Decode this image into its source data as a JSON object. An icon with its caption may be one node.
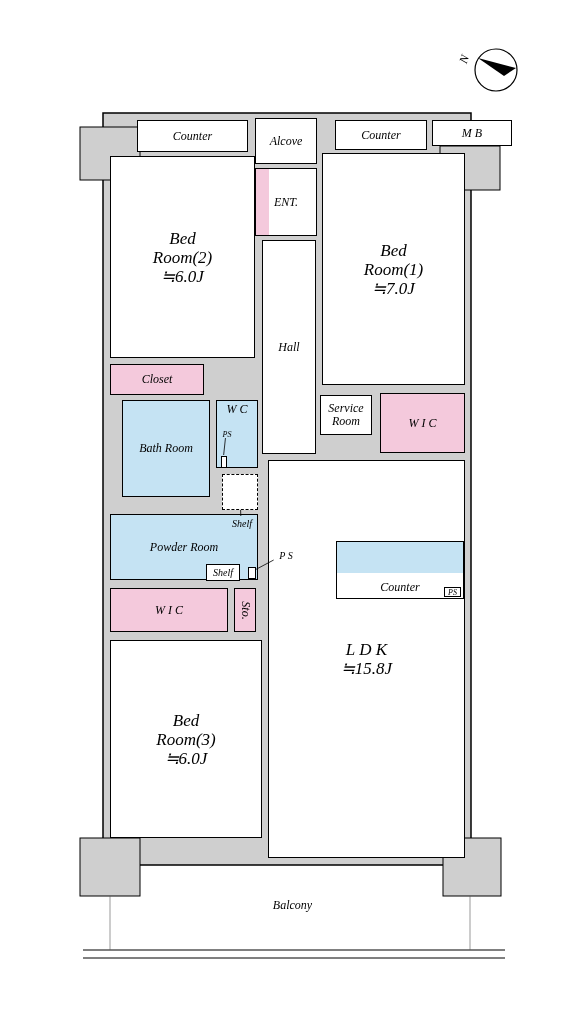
{
  "diagram": {
    "nodes": [
      {
        "text": [
          "Counter"
        ]
      },
      {
        "text": [
          "Alcove"
        ]
      },
      {
        "text": [
          "Counter"
        ]
      },
      {
        "text": [
          "M B"
        ]
      },
      {
        "text": [
          "ENT."
        ]
      },
      {
        "text": [
          "Bed Room(2)",
          "≒6.0J"
        ]
      },
      {
        "text": [
          "Bed Room(1)",
          "≒7.0J"
        ]
      },
      {
        "text": [
          "Hall"
        ]
      },
      {
        "text": [
          "Closet"
        ]
      },
      {
        "text": [
          "W C"
        ]
      },
      {
        "text": [
          "PS"
        ],
        "in": 9
      },
      {
        "text": [],
        "shape": "box",
        "in": 9
      },
      {
        "text": [
          "Service Room"
        ]
      },
      {
        "text": [
          "W I C"
        ]
      },
      {
        "text": [
          "Bath Room"
        ]
      },
      {
        "text": [],
        "shape": "box"
      },
      {
        "text": [
          "Powder Room"
        ]
      },
      {
        "text": [
          "Shelf"
        ],
        "in": 16
      },
      {
        "text": [
          "Shelf"
        ],
        "in": 16
      },
      {
        "text": [],
        "shape": "box",
        "in": 16
      },
      {
        "text": [
          "W I C"
        ]
      },
      {
        "text": [
          "Sto."
        ]
      },
      {
        "text": [
          "Bed Room(3)",
          "≒6.0J"
        ]
      },
      {
        "text": [
          "L D K",
          "≒15.8J"
        ]
      },
      {
        "text": [
          "P S"
        ],
        "in": 23
      },
      {
        "text": [
          "Counter"
        ],
        "in": 23
      },
      {
        "text": [
          "PS"
        ],
        "in": 25
      },
      {
        "text": [
          "Balcony"
        ]
      }
    ],
    "edges": [
      {
        "from": 10,
        "to": 11,
        "arrow": "none"
      },
      {
        "from": 17,
        "to": 15,
        "arrow": "none"
      },
      {
        "from": 24,
        "to": 19,
        "arrow": "none"
      }
    ],
    "labels": [
      "N"
    ]
  }
}
